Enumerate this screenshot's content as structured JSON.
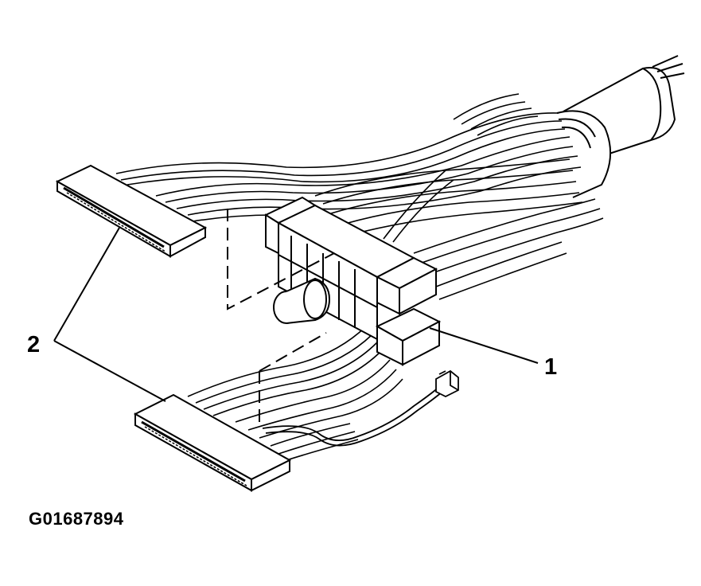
{
  "callouts": {
    "item_1": "1",
    "item_2": "2"
  },
  "figure_id": "G01687894",
  "colors": {
    "line": "#000000",
    "background": "#ffffff"
  }
}
